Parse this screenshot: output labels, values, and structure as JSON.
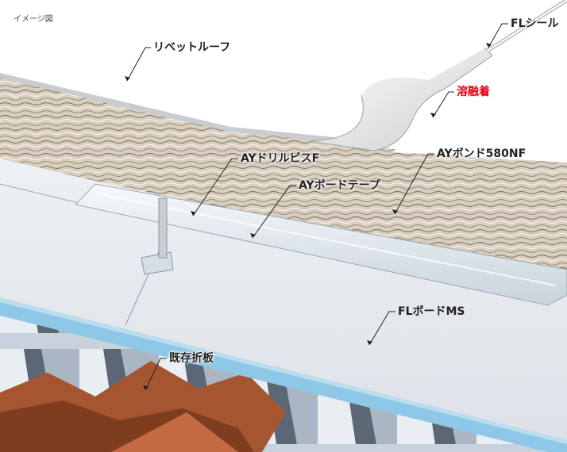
{
  "caption": "イメージ図",
  "labels": {
    "rivet_roof": "リベットルーフ",
    "fl_seal": "FLシール",
    "fusion": "溶融着",
    "ay_drill_screw": "AYドリルビスF",
    "ay_board_tape": "AYボードテープ",
    "ay_bond": "AYボンド580NF",
    "fl_board": "FLボードMS",
    "existing_deck": "既存折板"
  },
  "colors": {
    "fusion_label": "#e60012",
    "label_text": "#222222",
    "roof_sheet": "#ffffff",
    "board": "#e3e7ec",
    "insulation": "#8ec8e6",
    "deck_steel": "#aab6c4",
    "deck_rust": "#a55530"
  }
}
